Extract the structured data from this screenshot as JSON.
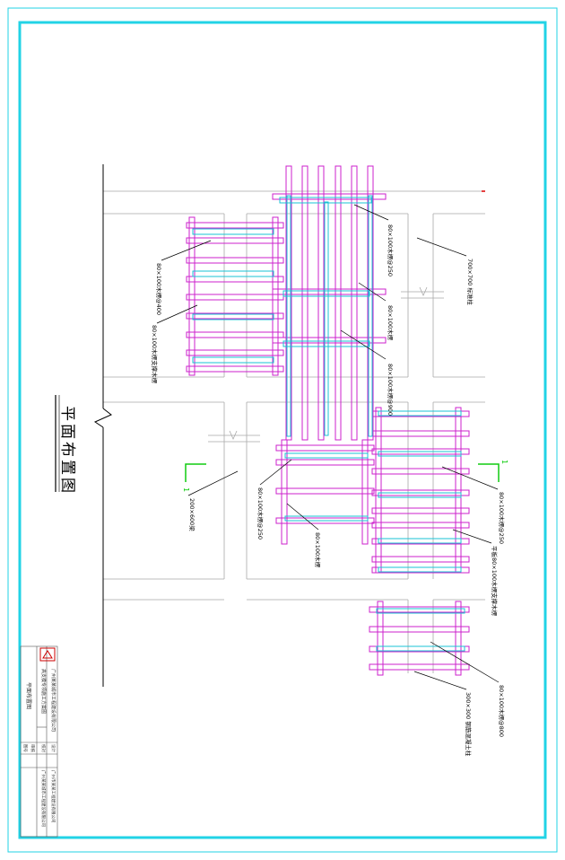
{
  "drawing": {
    "title": "平面布置图",
    "section_marker": "1",
    "colors": {
      "frame": "#22d3e6",
      "primary": "#cc22cc",
      "secondary": "#19c3d4",
      "grid": "#a9a9a9",
      "ink": "#000000",
      "marker": "#11cc11",
      "red": "#dd0000"
    },
    "annotations": {
      "main_beam_top": "80×100木楞@250",
      "column_top": "700×700 标准柱",
      "secondary_beam_top": "80×100木楞",
      "brace_top": "80×100木楞@900",
      "left_beam_1": "80×100木楞@400",
      "left_beam_2": "80×100木楞支撑木楞",
      "floor_beam": "200×600梁",
      "mid_beam": "80×100木楞@250",
      "mid_secondary": "80×100木楞",
      "right_beam": "80×100木楞@250",
      "right_support": "平板80×100木楞支撑木楞",
      "bottom_beam": "80×100木楞@800",
      "bottom_column": "300×300 钢筋混凝土柱"
    }
  },
  "title_block": {
    "company_line_1": "广州某某城市工程建设有限公司",
    "company_line_2": "高支模专项施工方案图",
    "drawing_name": "平面布置图",
    "row_labels": [
      "设计",
      "校对",
      "审核",
      "图号"
    ],
    "right_line_1": "广州市某某工程建设有限公司",
    "right_line_2": "广州某某城市工程建设有限公司"
  }
}
